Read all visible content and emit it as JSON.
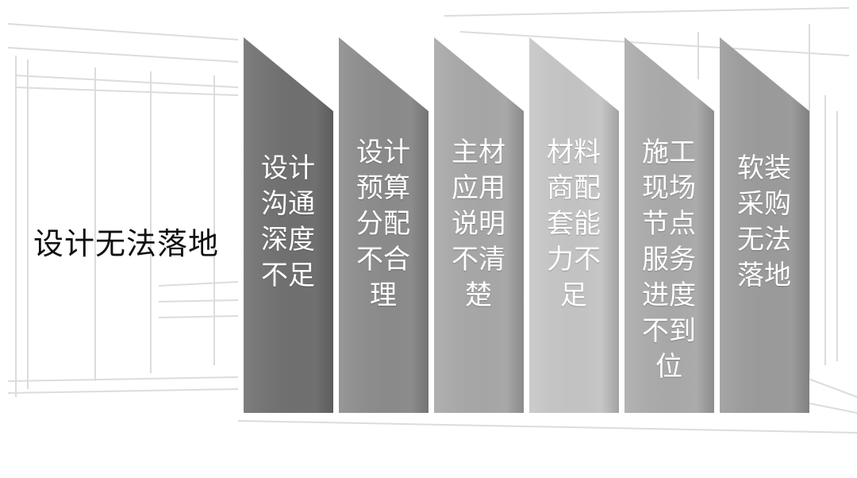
{
  "title": "设计无法落地",
  "items": [
    {
      "text": "设计\n沟通\n深度\n不足",
      "color": "#707070"
    },
    {
      "text": "设计\n预算\n分配\n不合\n理",
      "color": "#8c8c8c"
    },
    {
      "text": "主材\n应用\n说明\n不清\n楚",
      "color": "#a8a8a8"
    },
    {
      "text": "材料\n商配\n套能\n力不\n足",
      "color": "#c6c6c6"
    },
    {
      "text": "施工\n现场\n节点\n服务\n进度\n不到\n位",
      "color": "#ababab"
    },
    {
      "text": "软装\n采购\n无法\n落地",
      "color": "#9c9c9c"
    }
  ]
}
